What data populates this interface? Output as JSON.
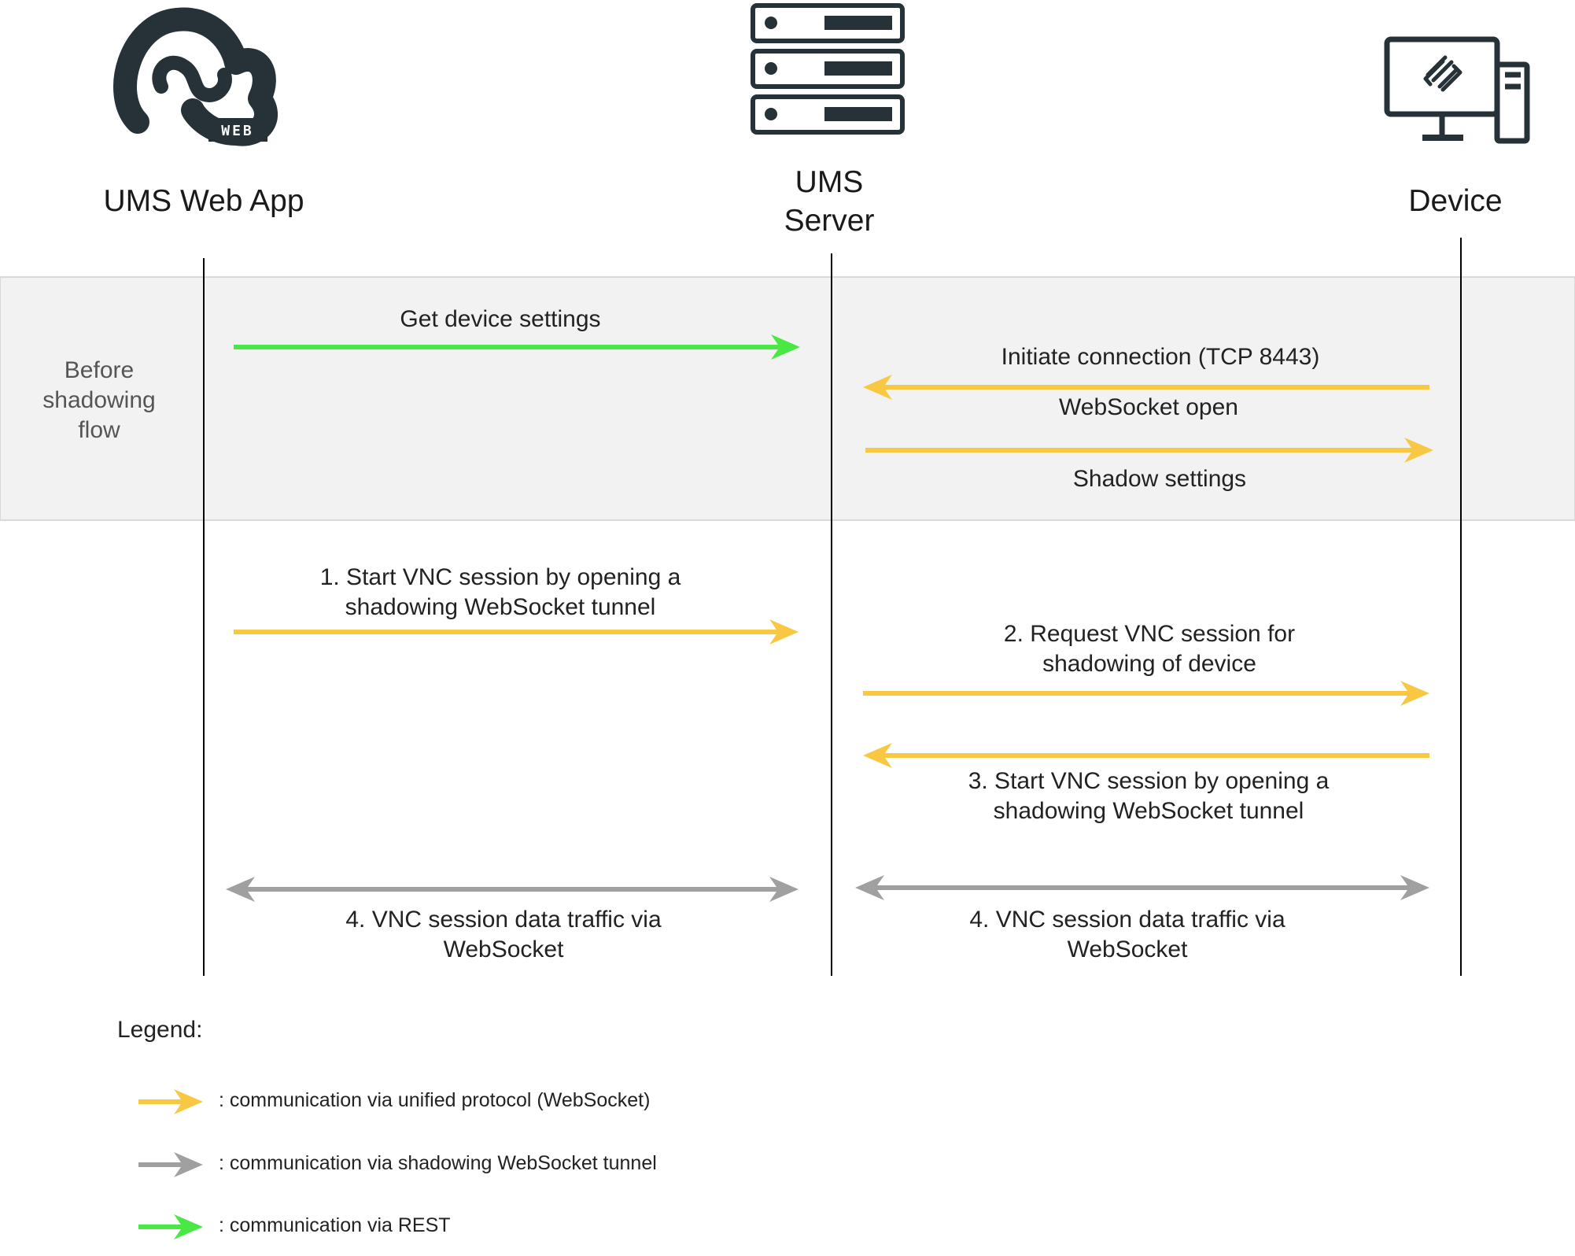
{
  "actors": {
    "web_app": {
      "label": "UMS Web App",
      "logo_badge": "WEB"
    },
    "server": {
      "line1": "UMS",
      "line2": "Server"
    },
    "device": {
      "label": "Device"
    }
  },
  "phase": {
    "line1": "Before",
    "line2": "shadowing",
    "line3": "flow"
  },
  "messages": {
    "get_settings": "Get device settings",
    "initiate": "Initiate connection (TCP 8443)",
    "ws_open": "WebSocket open",
    "shadow_settings": "Shadow settings",
    "step1_line1": "1.   Start VNC session by opening a",
    "step1_line2": "shadowing WebSocket tunnel",
    "step2_line1": "2.   Request VNC session for",
    "step2_line2": "shadowing of device",
    "step3_line1": "3.   Start VNC session by opening a",
    "step3_line2": "shadowing WebSocket tunnel",
    "step4a_line1": "4.   VNC session data traffic via",
    "step4a_line2": "WebSocket",
    "step4b_line1": "4.   VNC session data traffic via",
    "step4b_line2": "WebSocket"
  },
  "legend": {
    "title": "Legend:",
    "items": [
      {
        "text": ": communication via unified protocol (WebSocket)",
        "color": "#F9C843"
      },
      {
        "text": ": communication via shadowing WebSocket tunnel",
        "color": "#A0A0A0"
      },
      {
        "text": ": communication via REST",
        "color": "#4AE844"
      }
    ]
  },
  "colors": {
    "websocket": "#F9C843",
    "tunnel": "#A0A0A0",
    "rest": "#4AE844",
    "phase_band": "#F2F2F2",
    "icon": "#263238"
  }
}
